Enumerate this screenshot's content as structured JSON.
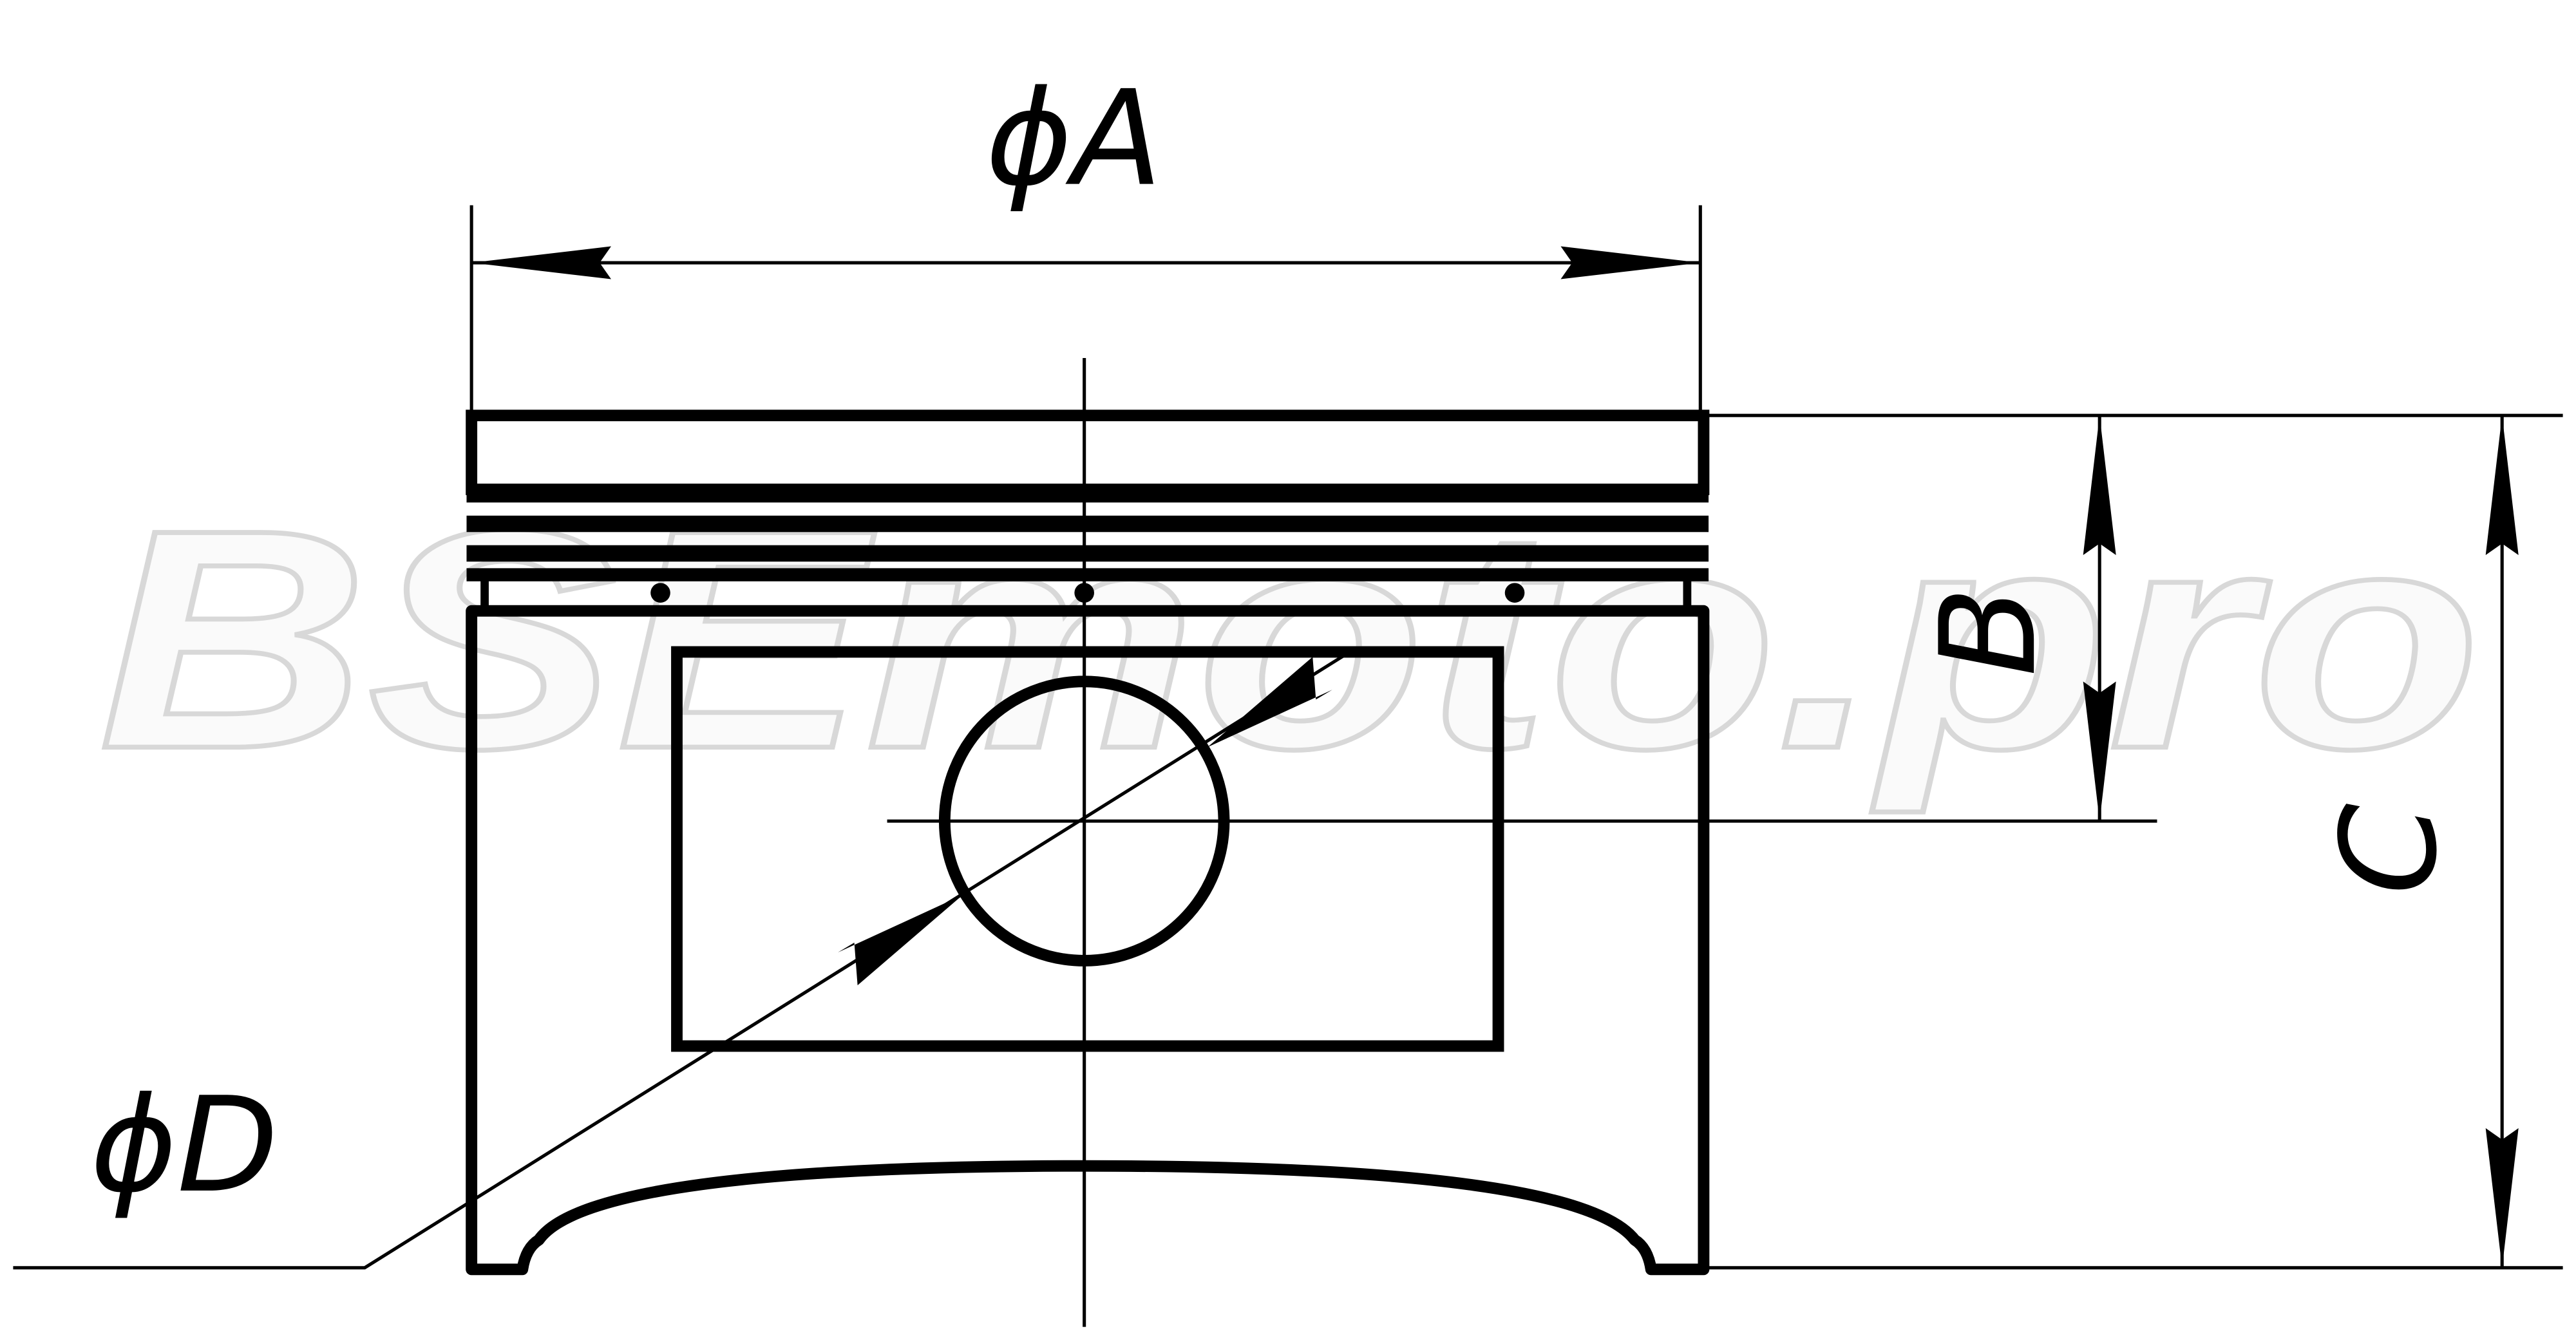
{
  "labels": {
    "diameter_a": "ϕA",
    "dimension_b": "B",
    "dimension_c": "C",
    "diameter_d": "ϕD"
  },
  "watermark": "BSEmoto.pro",
  "colors": {
    "line": "#000000",
    "watermark": "#d8d8d8",
    "background": "#ffffff"
  }
}
